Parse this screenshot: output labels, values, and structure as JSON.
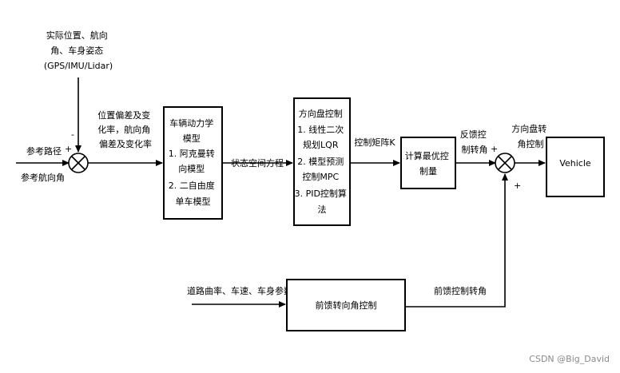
{
  "inputs": {
    "measurement_lines": [
      "实际位置、航向",
      "角、车身姿态",
      "(GPS/IMU/Lidar)"
    ],
    "ref_path": "参考路径",
    "ref_heading": "参考航向角",
    "road_params": "道路曲率、车速、车身参数"
  },
  "signs": {
    "minus": "-",
    "plus_left": "+",
    "plus_right_top": "+",
    "plus_right_bottom": "+"
  },
  "edges": {
    "error_lines": [
      "位置偏差及变",
      "化率，航向角",
      "偏差及变化率"
    ],
    "state_space": "状态空间方程",
    "control_matrix": "控制矩阵K",
    "feedback_lines": [
      "反馈控",
      "制转角"
    ],
    "steer_control_lines": [
      "方向盘转",
      "角控制"
    ],
    "feedforward_angle": "前馈控制转角"
  },
  "blocks": {
    "dynamics_lines": [
      "车辆动力学",
      "模型",
      "1. 阿克曼转",
      "向模型",
      "2. 二自由度",
      "单车模型"
    ],
    "controller_lines": [
      "方向盘控制",
      "1. 线性二次",
      "规划LQR",
      "2. 模型预测",
      "控制MPC",
      "3. PID控制算",
      "法"
    ],
    "optimal_lines": [
      "计算最优控",
      "制量"
    ],
    "vehicle": "Vehicle",
    "feedforward": "前馈转向角控制"
  },
  "watermark": "CSDN @Big_David"
}
